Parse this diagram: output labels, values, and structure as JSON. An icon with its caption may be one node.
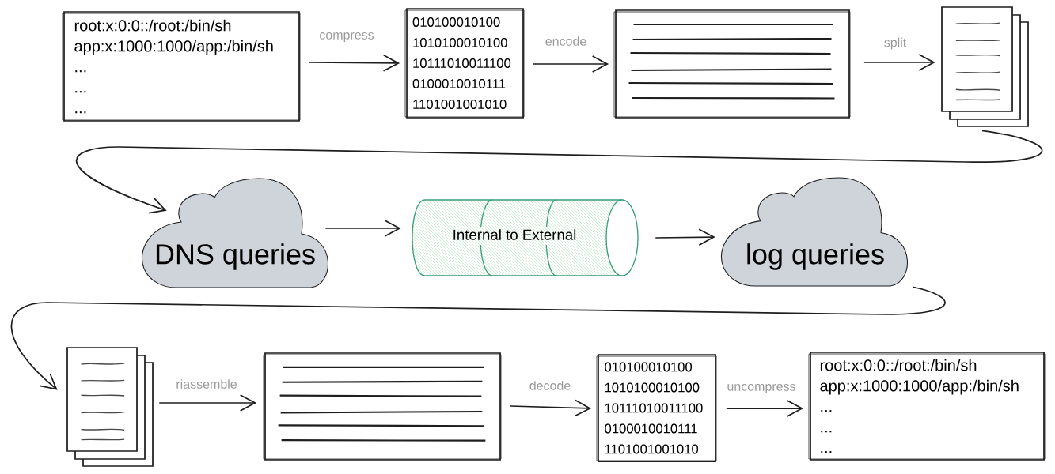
{
  "diagram": {
    "nodes": [
      {
        "text": [
          "root:x:0:0::/root:/bin/sh",
          "app:x:1000:1000/app:/bin/sh",
          "...",
          "...",
          "..."
        ]
      },
      {
        "text": [
          "010100010100",
          "1010100010100",
          "10111010011100",
          "0100010010111",
          "1101001001010"
        ]
      },
      {
        "text": [],
        "shape": "box"
      },
      {
        "text": [],
        "shape": "document"
      },
      {
        "text": [
          "DNS queries"
        ]
      },
      {
        "text": [
          "Internal to External"
        ]
      },
      {
        "text": [
          "log queries"
        ]
      },
      {
        "text": [],
        "shape": "document"
      },
      {
        "text": [],
        "shape": "box"
      },
      {
        "text": [
          "010100010100",
          "1010100010100",
          "10111010011100",
          "0100010010111",
          "1101001001010"
        ]
      },
      {
        "text": [
          "root:x:0:0::/root:/bin/sh",
          "app:x:1000:1000/app:/bin/sh",
          "...",
          "...",
          "..."
        ]
      }
    ],
    "edges": [
      {
        "from": 0,
        "to": 1,
        "arrow": "to",
        "label": "compress"
      },
      {
        "from": 1,
        "to": 2,
        "arrow": "to",
        "label": "encode"
      },
      {
        "from": 2,
        "to": 3,
        "arrow": "to",
        "label": "split"
      },
      {
        "from": 3,
        "to": 4,
        "arrow": "to"
      },
      {
        "from": 4,
        "to": 5,
        "arrow": "to"
      },
      {
        "from": 5,
        "to": 6,
        "arrow": "to"
      },
      {
        "from": 6,
        "to": 7,
        "arrow": "to"
      },
      {
        "from": 7,
        "to": 8,
        "arrow": "to",
        "label": "riassemble"
      },
      {
        "from": 8,
        "to": 9,
        "arrow": "to",
        "label": "decode"
      },
      {
        "from": 9,
        "to": 10,
        "arrow": "to",
        "label": "uncompress"
      }
    ]
  }
}
